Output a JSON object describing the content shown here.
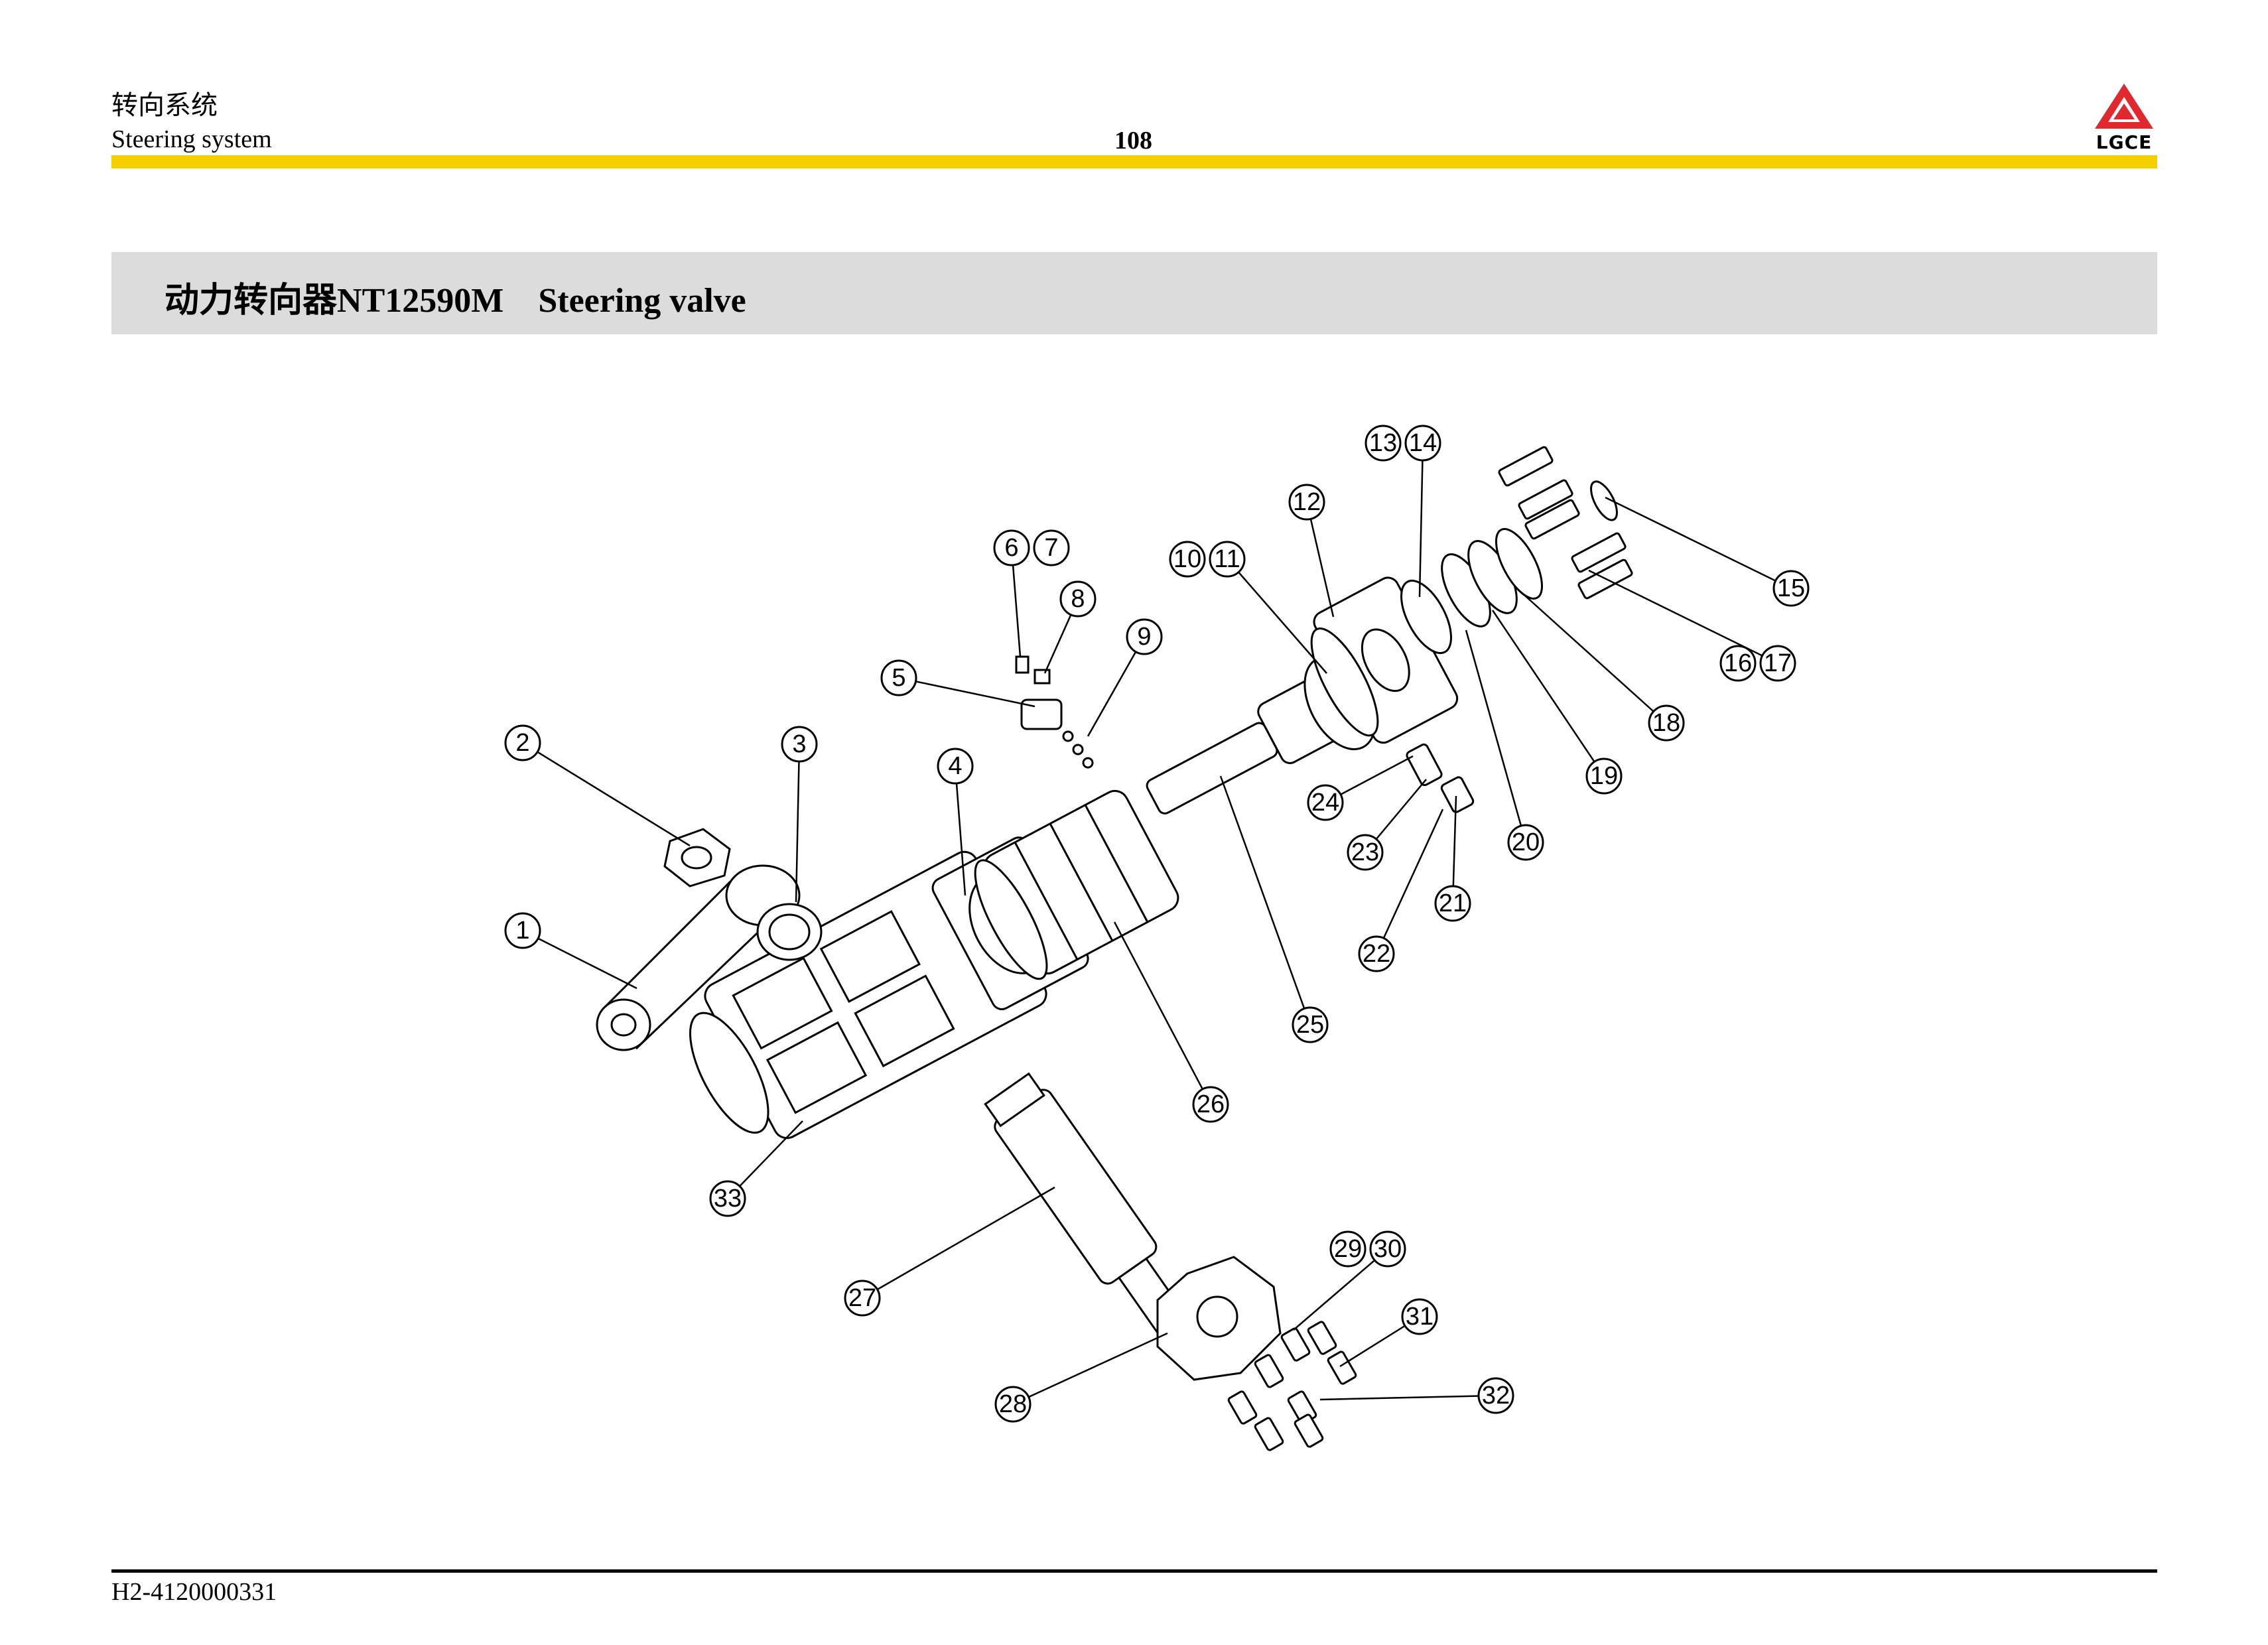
{
  "header": {
    "section_cn": "转向系统",
    "section_en": "Steering system",
    "page_number": "108",
    "logo_text": "LGCE",
    "logo_color": "#e0282e",
    "accent_color": "#f5d000"
  },
  "title": {
    "cn": "动力转向器",
    "model": "NT12590M",
    "en": "Steering valve"
  },
  "callouts": [
    {
      "id": "1"
    },
    {
      "id": "2"
    },
    {
      "id": "3"
    },
    {
      "id": "4"
    },
    {
      "id": "5"
    },
    {
      "id": "6"
    },
    {
      "id": "7"
    },
    {
      "id": "8"
    },
    {
      "id": "9"
    },
    {
      "id": "10"
    },
    {
      "id": "11"
    },
    {
      "id": "12"
    },
    {
      "id": "13"
    },
    {
      "id": "14"
    },
    {
      "id": "15"
    },
    {
      "id": "16"
    },
    {
      "id": "17"
    },
    {
      "id": "18"
    },
    {
      "id": "19"
    },
    {
      "id": "20"
    },
    {
      "id": "21"
    },
    {
      "id": "22"
    },
    {
      "id": "23"
    },
    {
      "id": "24"
    },
    {
      "id": "25"
    },
    {
      "id": "26"
    },
    {
      "id": "27"
    },
    {
      "id": "28"
    },
    {
      "id": "29"
    },
    {
      "id": "30"
    },
    {
      "id": "31"
    },
    {
      "id": "32"
    },
    {
      "id": "33"
    }
  ],
  "footer": {
    "doc_code": "H2-4120000331"
  }
}
